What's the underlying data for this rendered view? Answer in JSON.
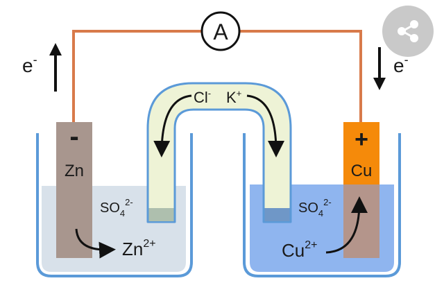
{
  "diagram": {
    "ammeter": "A",
    "electron_left": {
      "base": "e",
      "sup": "-"
    },
    "electron_right": {
      "base": "e",
      "sup": "-"
    },
    "anode": {
      "sign": "-",
      "metal": "Zn"
    },
    "cathode": {
      "sign": "+",
      "metal": "Cu"
    },
    "salt_bridge": {
      "anion": {
        "base": "Cl",
        "sup": "-"
      },
      "cation": {
        "base": "K",
        "sup": "+"
      }
    },
    "left_sulfate": {
      "base": "SO",
      "sub": "4",
      "sup": "2-"
    },
    "right_sulfate": {
      "base": "SO",
      "sub": "4",
      "sup": "2-"
    },
    "zn_ion": {
      "base": "Zn",
      "sup": "2+"
    },
    "cu_ion": {
      "base": "Cu",
      "sup": "2+"
    }
  },
  "ui": {
    "share_icon": "share-icon"
  },
  "colors": {
    "wire": "#d87a4a",
    "zn_electrode": "#a8968e",
    "cu_electrode_top": "#f58a0a",
    "cu_electrode_bottom": "#b4958b",
    "left_solution": "#d8e1ea",
    "right_solution": "#8fb5ef",
    "beaker_outline": "#5b9ad8",
    "salt_bridge_fill": "#eef3d6",
    "salt_bridge_outline": "#5b9ad8",
    "share_button": "#c9c9c9"
  }
}
